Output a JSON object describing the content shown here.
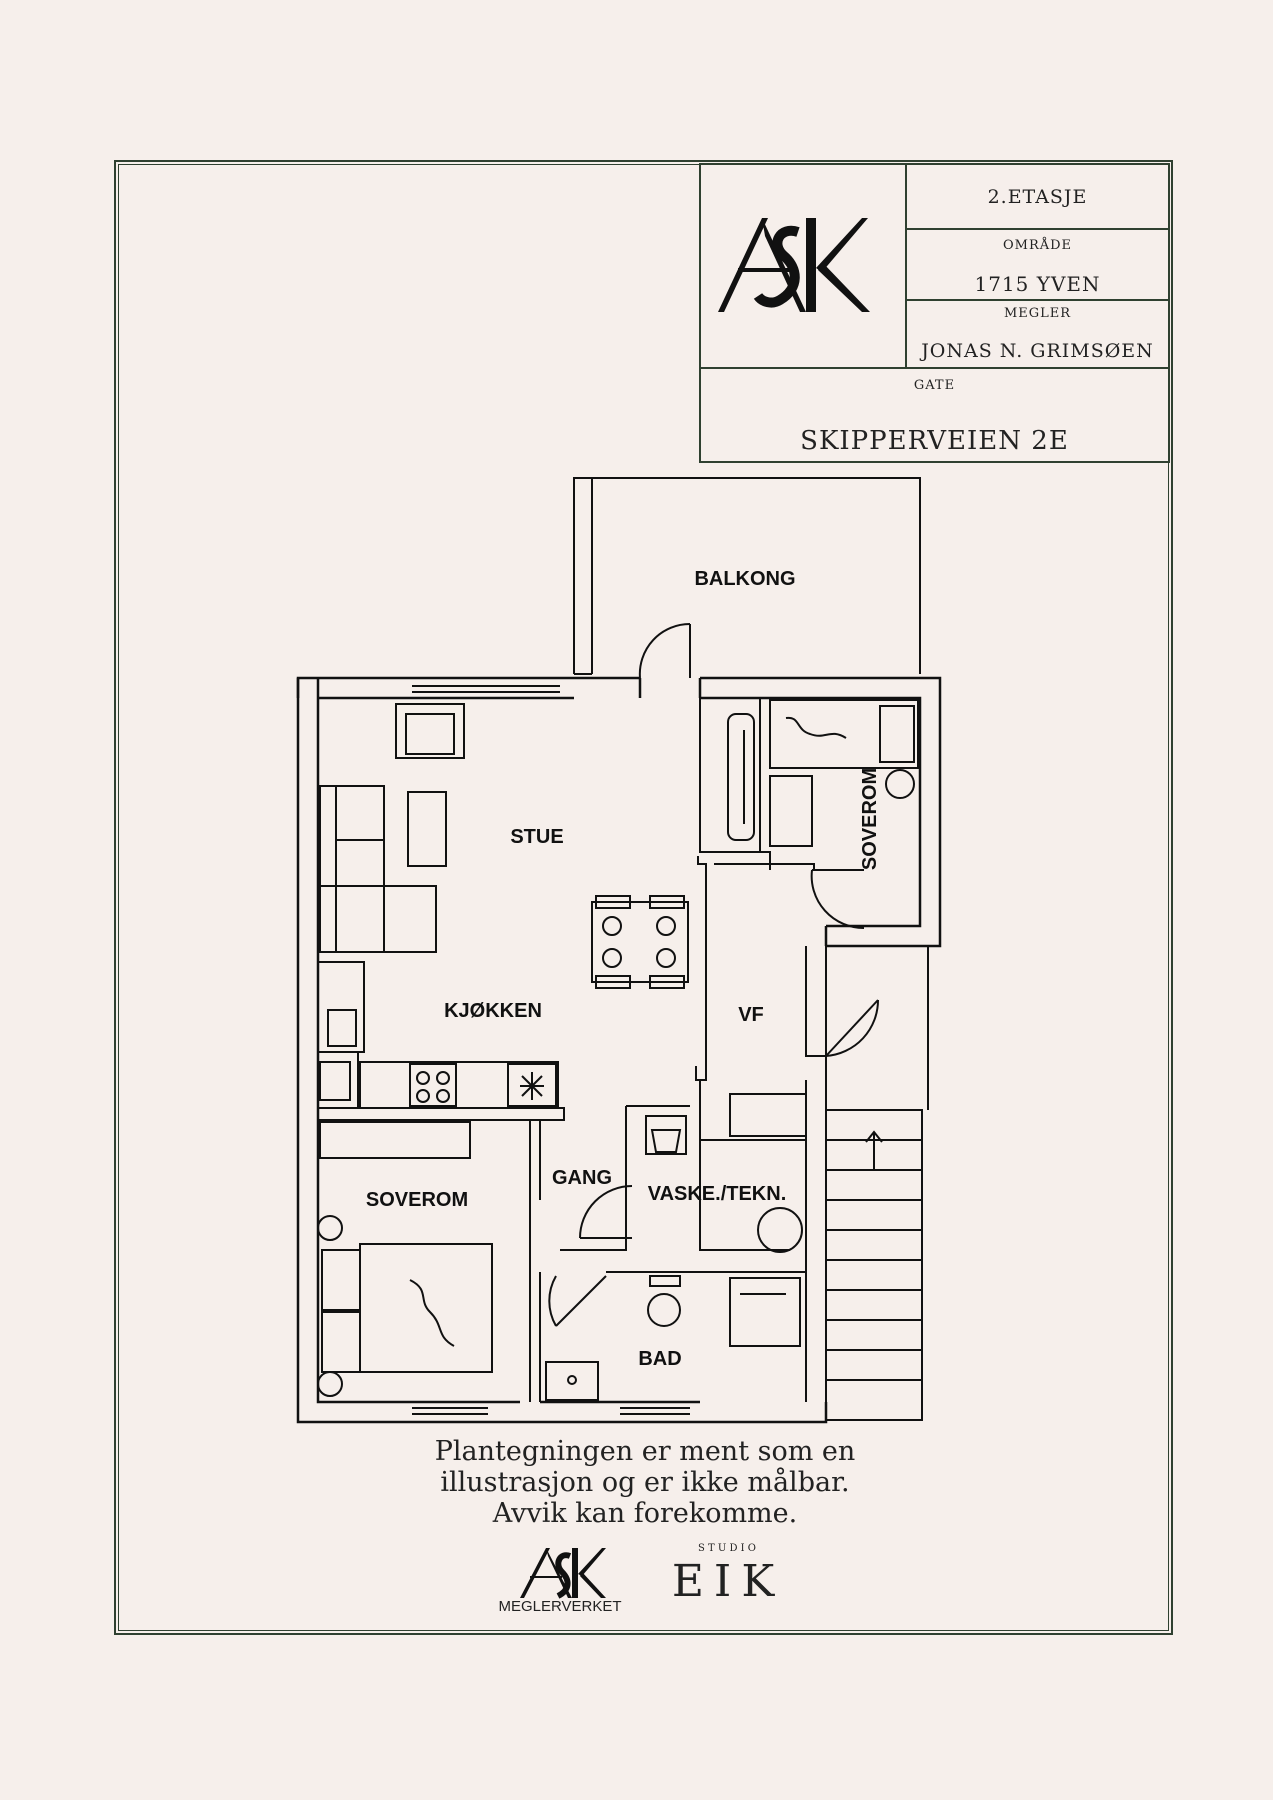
{
  "title_block": {
    "floor": "2.ETASJE",
    "area_label": "OMRÅDE",
    "area_value": "1715 YVEN",
    "broker_label": "MEGLER",
    "broker_value": "JONAS N. GRIMSØEN",
    "street_label": "GATE",
    "street_value": "SKIPPERVEIEN 2E",
    "logo_text": "ASK"
  },
  "rooms": {
    "balcony": "BALKONG",
    "living": "STUE",
    "kitchen": "KJØKKEN",
    "bedroom_small": "SOVEROM",
    "entrance": "VF",
    "hall": "GANG",
    "bedroom_main": "SOVEROM",
    "laundry": "VASKE./TEKN.",
    "bath": "BAD"
  },
  "disclaimer": {
    "line1": "Plantegningen er ment som en",
    "line2": "illustrasjon og er ikke målbar.",
    "line3": "Avvik kan forekomme."
  },
  "footer": {
    "ask_logo": "ASK",
    "ask_sub": "MEGLERVERKET",
    "studio_label": "S T U D I O",
    "studio_name": "EIK"
  },
  "colors": {
    "background": "#f6efeb",
    "frame": "#2f4030",
    "ink": "#111111"
  }
}
